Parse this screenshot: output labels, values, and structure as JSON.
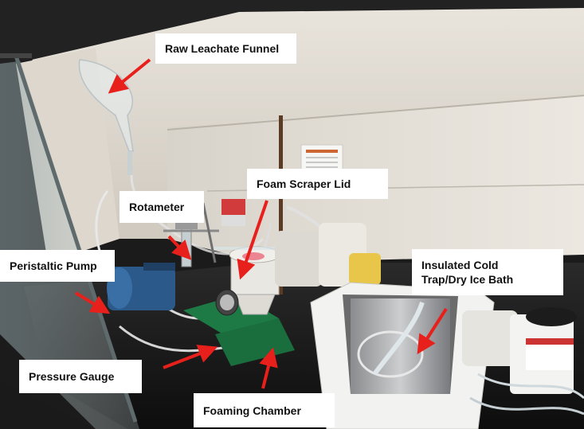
{
  "labels": {
    "raw_leachate_funnel": "Raw Leachate Funnel",
    "foam_scraper_lid": "Foam Scraper Lid",
    "rotameter": "Rotameter",
    "peristaltic_pump": "Peristaltic Pump",
    "insulated_cold_trap": "Insulated Cold\nTrap/Dry Ice Bath",
    "pressure_gauge": "Pressure Gauge",
    "foaming_chamber": "Foaming Chamber"
  },
  "colors": {
    "arrow": "#e8201c",
    "label_bg": "#ffffff",
    "label_text": "#111111"
  }
}
